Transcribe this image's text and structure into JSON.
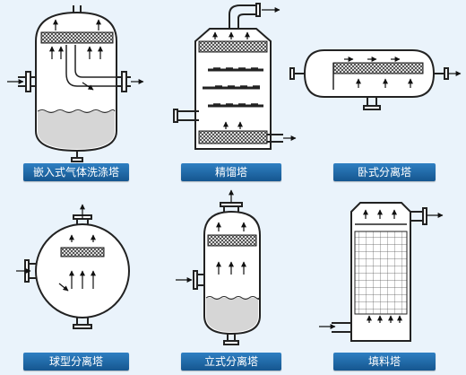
{
  "panels": [
    {
      "label": "嵌入式气体洗涤塔"
    },
    {
      "label": "精馏塔"
    },
    {
      "label": "卧式分离塔"
    },
    {
      "label": "球型分离塔"
    },
    {
      "label": "立式分离塔"
    },
    {
      "label": "填料塔"
    }
  ],
  "colors": {
    "background": "#eaf3fb",
    "caption_bg": "#1f6aa9",
    "caption_text": "#ffffff",
    "outline": "#222222"
  }
}
